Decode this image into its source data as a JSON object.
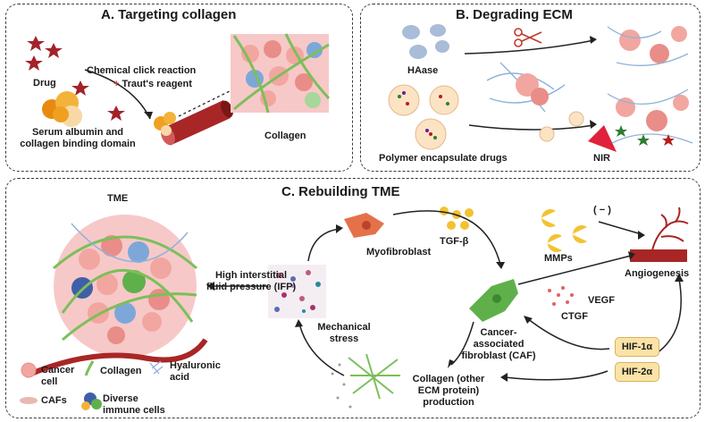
{
  "panels": {
    "a": {
      "title": "A. Targeting collagen",
      "drug": "Drug",
      "reaction": "Chemical click reaction",
      "plus": "+",
      "reagent": "Traut's reagent",
      "albumin": "Serum albumin and",
      "albumin2": "collagen binding domain",
      "collagen": "Collagen"
    },
    "b": {
      "title": "B. Degrading ECM",
      "haase": "HAase",
      "polymer": "Polymer  encapsulate  drugs",
      "nir": "NIR"
    },
    "c": {
      "title": "C. Rebuilding TME",
      "tme": "TME",
      "ifp1": "High interstitial",
      "ifp2": "fluid pressure (IFP)",
      "myofibroblast": "Myofibroblast",
      "tgf": "TGF-β",
      "mmps": "MMPs",
      "minus": "( − )",
      "angiogenesis": "Angiogenesis",
      "caf1": "Cancer-",
      "caf2": "associated",
      "caf3": "fibroblast (CAF)",
      "vegf": "VEGF",
      "ctgf": "CTGF",
      "hif1": "HIF-1α",
      "hif2": "HIF-2α",
      "stress1": "Mechanical",
      "stress2": "stress",
      "prod1": "Collagen (other",
      "prod2": "ECM protein)",
      "prod3": "production"
    }
  },
  "legend": {
    "cancer": "Cancer",
    "cancer2": "cell",
    "cafs": "CAFs",
    "collagen": "Collagen",
    "diverse": "Diverse",
    "immune": "immune cells",
    "hyaluronic": "Hyaluronic",
    "acid": "acid"
  },
  "colors": {
    "cancer_cell": "#f2a6a0",
    "collagen_fiber": "#7bbf5a",
    "drug_star": "#a3222a",
    "vessel": "#a92626",
    "albumin": "#f0a020",
    "haase": "#a9bcd8",
    "caf": "#5fb04a",
    "myofibroblast": "#e5714a",
    "tgf": "#f3c232",
    "nir": "#e0213b",
    "hif_box": "#fbe3a7"
  }
}
